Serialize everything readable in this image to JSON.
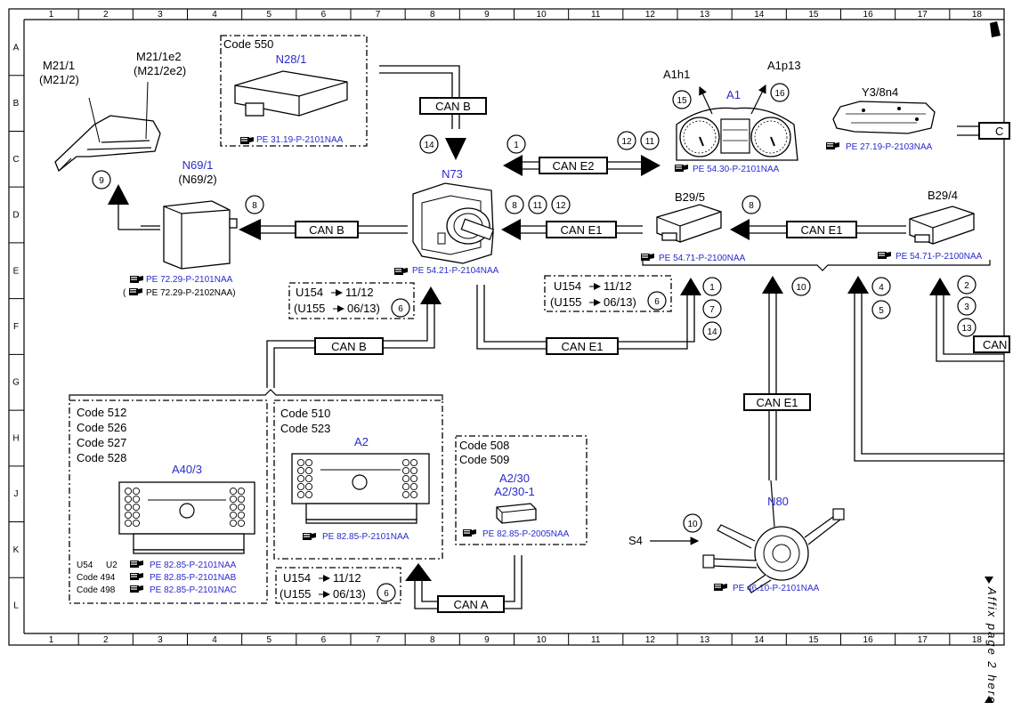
{
  "grid": {
    "columns": [
      "1",
      "2",
      "3",
      "4",
      "5",
      "6",
      "7",
      "8",
      "9",
      "10",
      "11",
      "12",
      "13",
      "14",
      "15",
      "16",
      "17",
      "18"
    ],
    "rows": [
      "A",
      "B",
      "C",
      "D",
      "E",
      "F",
      "G",
      "H",
      "J",
      "K",
      "L"
    ]
  },
  "components": {
    "m21_1": {
      "line1": "M21/1",
      "line2": "(M21/2)",
      "line3": "M21/1e2",
      "line4": "(M21/2e2)"
    },
    "n28_1": {
      "code": "Code 550",
      "name": "N28/1",
      "ref": "PE 31.19-P-2101NAA"
    },
    "n69_1": {
      "name": "N69/1",
      "alt": "(N69/2)",
      "ref1": "PE 72.29-P-2101NAA",
      "ref2": "PE 72.29-P-2102NAA)",
      "ref2_prefix": "("
    },
    "n73": {
      "name": "N73",
      "ref": "PE 54.21-P-2104NAA"
    },
    "a1": {
      "name": "A1",
      "label_left": "A1h1",
      "label_right": "A1p13",
      "ref": "PE 54.30-P-2101NAA"
    },
    "y3_8n4": {
      "name": "Y3/8n4",
      "ref": "PE 27.19-P-2103NAA"
    },
    "b29_5": {
      "name": "B29/5",
      "ref": "PE 54.71-P-2100NAA"
    },
    "b29_4": {
      "name": "B29/4",
      "ref": "PE 54.71-P-2100NAA"
    },
    "a40_3": {
      "codes": [
        "Code 512",
        "Code 526",
        "Code 527",
        "Code 528"
      ],
      "name": "A40/3",
      "refs": [
        {
          "left": "U54",
          "mid": "U2",
          "ref": "PE 82.85-P-2101NAA"
        },
        {
          "left": "Code 494",
          "mid": "",
          "ref": "PE 82.85-P-2101NAB"
        },
        {
          "left": "Code 498",
          "mid": "",
          "ref": "PE 82.85-P-2101NAC"
        }
      ]
    },
    "a2": {
      "codes": [
        "Code 510",
        "Code 523"
      ],
      "name": "A2",
      "ref": "PE 82.85-P-2101NAA"
    },
    "a2_30": {
      "codes": [
        "Code 508",
        "Code 509"
      ],
      "name": "A2/30",
      "name2": "A2/30-1",
      "ref": "PE 82.85-P-2005NAA"
    },
    "n80": {
      "name": "N80",
      "switch": "S4",
      "ref": "PE 46.10-P-2101NAA"
    }
  },
  "buses": {
    "can_b": "CAN B",
    "can_e1": "CAN E1",
    "can_e2": "CAN E2",
    "can_a": "CAN A",
    "can_cut": "CAN",
    "c_cut": "C"
  },
  "notes": {
    "u154": "U154",
    "u154_val": "11/12",
    "u155": "(U155",
    "u155_val": "06/13)"
  },
  "circles": [
    "1",
    "2",
    "3",
    "4",
    "5",
    "6",
    "7",
    "8",
    "9",
    "10",
    "11",
    "12",
    "13",
    "14",
    "15",
    "16"
  ],
  "side_text": "Affix page 2 here"
}
